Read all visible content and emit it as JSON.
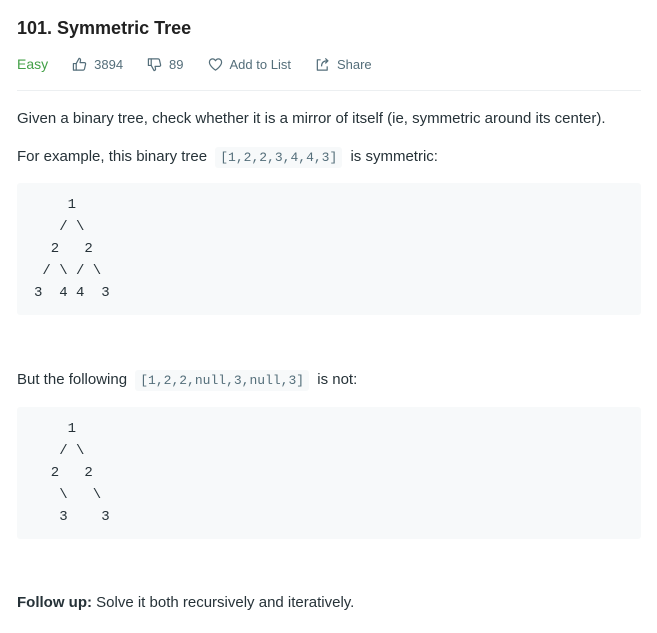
{
  "problem": {
    "title": "101. Symmetric Tree",
    "difficulty": "Easy",
    "likes": "3894",
    "dislikes": "89",
    "add_to_list": "Add to List",
    "share": "Share"
  },
  "description": {
    "intro": "Given a binary tree, check whether it is a mirror of itself (ie, symmetric around its center).",
    "example1_prefix": "For example, this binary tree",
    "example1_code": "[1,2,2,3,4,4,3]",
    "example1_suffix": "is symmetric:",
    "tree1": "    1\n   / \\\n  2   2\n / \\ / \\\n3  4 4  3",
    "example2_prefix": "But the following",
    "example2_code": "[1,2,2,null,3,null,3]",
    "example2_suffix": "is not:",
    "tree2": "    1\n   / \\\n  2   2\n   \\   \\\n   3    3",
    "followup_label": "Follow up:",
    "followup_text": "Solve it both recursively and iteratively."
  },
  "colors": {
    "easy": "#43a047",
    "code_background": "#f7f9fa",
    "meta_text": "#546e7a"
  },
  "icons": {
    "likes": "thumbs-up-icon",
    "dislikes": "thumbs-down-icon",
    "add_to_list": "heart-icon",
    "share": "share-icon"
  }
}
